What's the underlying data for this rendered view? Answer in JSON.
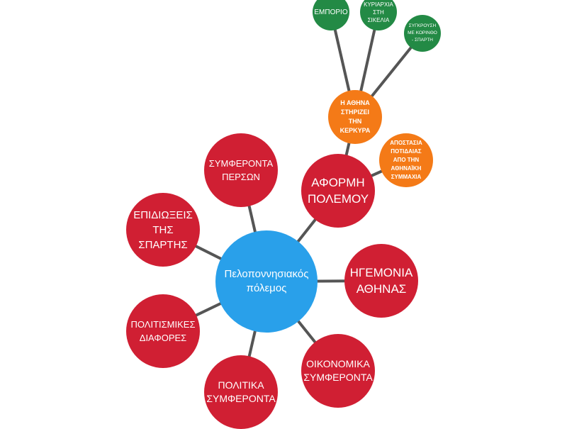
{
  "colors": {
    "center": "#29a0ea",
    "main": "#d01f33",
    "sub": "#f47a17",
    "leaf": "#238a45",
    "link": "#555555"
  },
  "center": "Πελοποννησιακός\nπόλεμος",
  "main": {
    "aformi": "ΑΦΟΡΜΗ\nΠΟΛΕΜΟΥ",
    "hegemonia": "ΗΓΕΜΟΝΙΑ\nΑΘΗΝΑΣ",
    "oikonomika": "ΟΙΚΟΝΟΜΙΚΑ\nΣΥΜΦΕΡΟΝΤΑ",
    "politika": "ΠΟΛΙΤΙΚΑ\nΣΥΜΦΕΡΟΝΤΑ",
    "politismikes": "ΠΟΛΙΤΙΣΜΙΚΕΣ\nΔΙΑΦΟΡΕΣ",
    "epidioxeis": "ΕΠΙΔΙΩΞΕΙΣ\nΤΗΣ\nΣΠΑΡΤΗΣ",
    "persai": "ΣΥΜΦΕΡΟΝΤΑ\nΠΕΡΣΩΝ"
  },
  "sub": {
    "kerkyra": "Η ΑΘΗΝΑ\nΣΤΗΡΙΖΕΙ\nΤΗΝ\nΚΕΡΚΥΡΑ",
    "potidaia": "ΑΠΟΣΤΑΣΙΑ\nΠΟΤΙΔΑΙΑΣ\nΑΠΟ ΤΗΝ\nΑΘΗΝΑΪΚΗ\nΣΥΜΜΑΧΙΑ"
  },
  "leaf": {
    "emporio": "ΕΜΠΟΡΙΟ",
    "sikelia": "ΚΥΡΙΑΡΧΙΑ\nΣΤΗ\nΣΙΚΕΛΙΑ",
    "korinthos": "ΣΥΓΚΡΟΥΣΗ\nΜΕ ΚΟΡΙΝΘΟ\n- ΣΠΑΡΤΗ"
  }
}
